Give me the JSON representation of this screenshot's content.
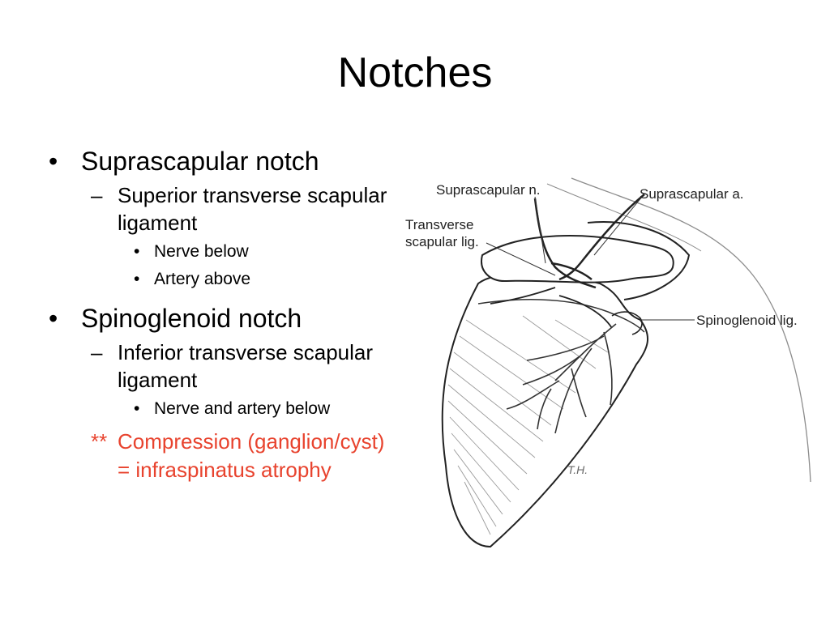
{
  "slide": {
    "title": "Notches",
    "bullets": {
      "b1": "Suprascapular notch",
      "b1_sub": "Superior transverse scapular ligament",
      "b1_sub_items": [
        "Nerve below",
        "Artery above"
      ],
      "b2": "Spinoglenoid notch",
      "b2_sub": "Inferior transverse scapular ligament",
      "b2_sub_items": [
        "Nerve and artery below"
      ],
      "note_prefix": "**",
      "note": "Compression (ganglion/cyst) = infraspinatus atrophy"
    },
    "markers": {
      "level1": "•",
      "level2": "–",
      "level3": "•"
    },
    "note_color": "#e8432e"
  },
  "diagram": {
    "labels": {
      "suprascapular_nerve": "Suprascapular n.",
      "suprascapular_artery": "Suprascapular a.",
      "transverse_lig_line1": "Transverse",
      "transverse_lig_line2": "scapular lig.",
      "spinoglenoid_lig": "Spinoglenoid lig."
    },
    "signature": "T.H."
  }
}
